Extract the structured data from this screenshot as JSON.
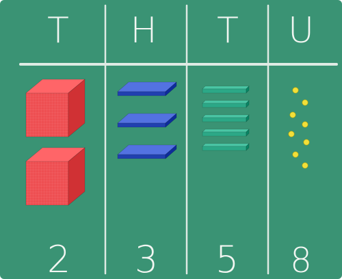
{
  "headers": [
    "T",
    "H",
    "T",
    "U"
  ],
  "digits": [
    "2",
    "3",
    "5",
    "8"
  ],
  "blocks": {
    "thousands": 2,
    "hundreds": 3,
    "tens": 5,
    "units": 8
  },
  "colors": {
    "board": "#3a9374",
    "chalk": "#f2f6f2",
    "thousand_cube": "#ee4f52",
    "hundred_flat": "#3a59c8",
    "ten_rod": "#2ca887",
    "unit_cube": "#f2df3a"
  }
}
